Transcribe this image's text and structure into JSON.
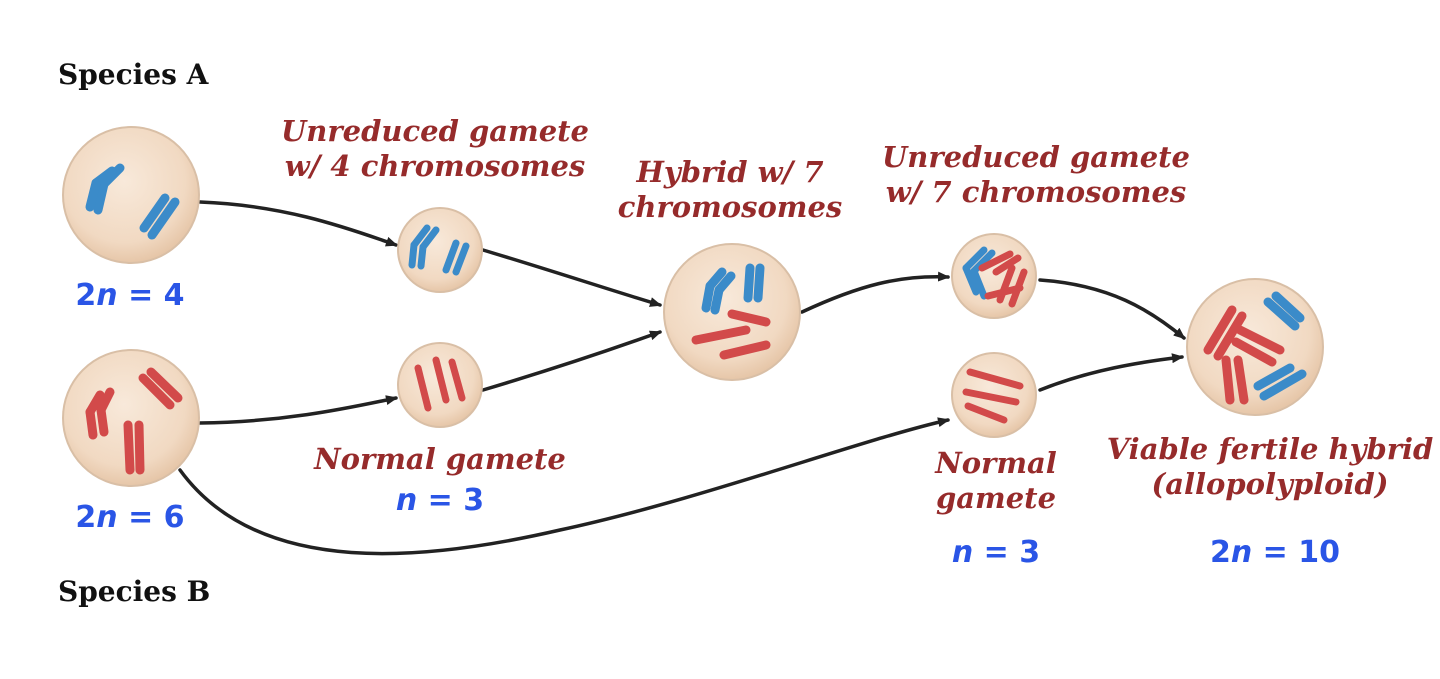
{
  "species": {
    "a": "Species A",
    "b": "Species B"
  },
  "ploidy": {
    "species_a": {
      "prefix": "2",
      "symbol": "n",
      "suffix": " = 4"
    },
    "species_b": {
      "prefix": "2",
      "symbol": "n",
      "suffix": " = 6"
    },
    "normal_gamete_1": {
      "prefix": "",
      "symbol": "n",
      "suffix": " = 3"
    },
    "normal_gamete_2": {
      "prefix": "",
      "symbol": "n",
      "suffix": " = 3"
    },
    "final_hybrid": {
      "prefix": "2",
      "symbol": "n",
      "suffix": " = 10"
    }
  },
  "stages": {
    "unreduced_gamete_4": {
      "line1": "Unreduced gamete",
      "line2": "w/ 4 chromosomes"
    },
    "hybrid_7": {
      "line1": "Hybrid w/ 7",
      "line2": "chromosomes"
    },
    "unreduced_gamete_7": {
      "line1": "Unreduced gamete",
      "line2": "w/ 7 chromosomes"
    },
    "normal_gamete_1": {
      "line1": "Normal gamete"
    },
    "normal_gamete_2": {
      "line1": "Normal",
      "line2": "gamete"
    },
    "viable_hybrid": {
      "line1": "Viable fertile hybrid",
      "line2": "(allopolyploid)"
    }
  },
  "colors": {
    "species_a_chromosome": "#3b8bc9",
    "species_b_chromosome": "#d24a4a",
    "cell_fill": "#f3dcc6",
    "cell_border": "#d9bfa6",
    "arrow": "#222222",
    "stage_label": "#962b2b",
    "ploidy_label": "#2a55e6"
  }
}
